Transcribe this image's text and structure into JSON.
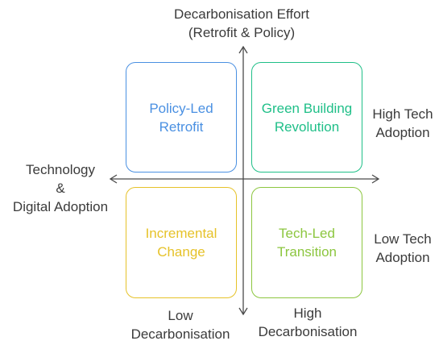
{
  "axes": {
    "vertical": {
      "line1": "Decarbonisation Effort",
      "line2": "(Retrofit & Policy)"
    },
    "horizontal": {
      "line1": "Technology",
      "line2": "&",
      "line3": "Digital Adoption"
    }
  },
  "row_labels": {
    "top": {
      "line1": "High Tech",
      "line2": "Adoption"
    },
    "bottom": {
      "line1": "Low Tech",
      "line2": "Adoption"
    }
  },
  "column_labels": {
    "left": {
      "line1": "Low",
      "line2": "Decarbonisation"
    },
    "right": {
      "line1": "High",
      "line2": "Decarbonisation"
    }
  },
  "quadrants": {
    "top_left": {
      "line1": "Policy-Led",
      "line2": "Retrofit",
      "color": "#4a90e2"
    },
    "top_right": {
      "line1": "Green Building",
      "line2": "Revolution",
      "color": "#1fbf88"
    },
    "bottom_left": {
      "line1": "Incremental",
      "line2": "Change",
      "color": "#e6c229"
    },
    "bottom_right": {
      "line1": "Tech-Led",
      "line2": "Transition",
      "color": "#8cc63f"
    }
  }
}
